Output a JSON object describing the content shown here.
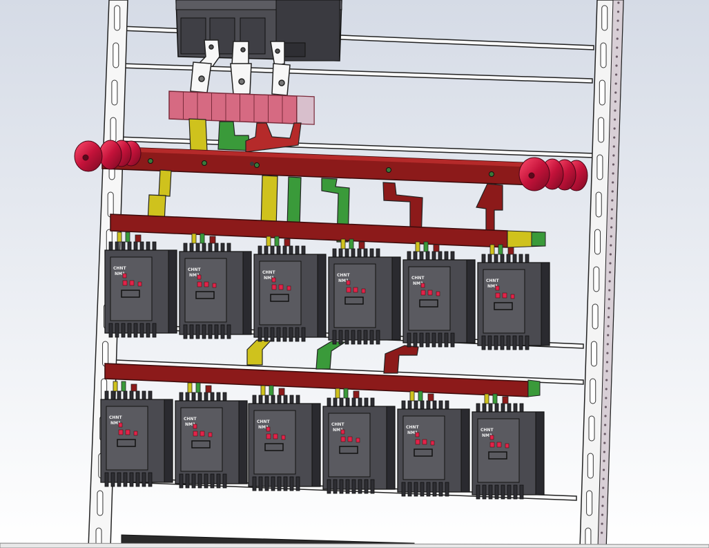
{
  "viewport": {
    "title": "",
    "background_top": "#d6dbe6",
    "background_bottom": "#ffffff"
  },
  "colors": {
    "busbar_red": "#8c1a1a",
    "busbar_red_light": "#b52a2a",
    "phase_yellow": "#cfc21d",
    "phase_green": "#3a9a3a",
    "insulator_red": "#c4123a",
    "breaker_body": "#4a4a50",
    "breaker_face": "#5a5a60",
    "led_red": "#e0244a",
    "frame_white": "#f4f4f4",
    "frame_line": "#222222",
    "cover_pink": "#d66a82"
  },
  "modules": {
    "brand_label": "CHNT",
    "type_label": "NM1"
  },
  "rows": [
    {
      "name": "upper-breaker-row",
      "count": 6
    },
    {
      "name": "lower-breaker-row",
      "count": 6
    }
  ]
}
